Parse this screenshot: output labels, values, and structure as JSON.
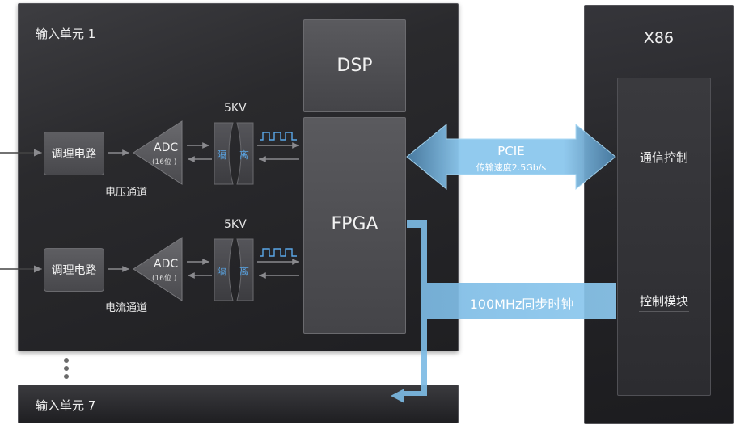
{
  "unit1": {
    "title": "输入单元 1"
  },
  "unit7": {
    "title": "输入单元 7"
  },
  "channels": [
    {
      "conditioning": "调理电路",
      "adc": "ADC",
      "adc_bits": "(16位 )",
      "isolation_voltage": "5KV",
      "isolation_left": "隔",
      "isolation_right": "离",
      "channel_name": "电压通道"
    },
    {
      "conditioning": "调理电路",
      "adc": "ADC",
      "adc_bits": "(16位 )",
      "isolation_voltage": "5KV",
      "isolation_left": "隔",
      "isolation_right": "离",
      "channel_name": "电流通道"
    }
  ],
  "dsp": "DSP",
  "fpga": "FPGA",
  "pcie": {
    "label": "PCIE",
    "sub": "传输速度2.5Gb/s"
  },
  "clock": {
    "label": "100MHz同步时钟"
  },
  "x86": {
    "title": "X86",
    "comm_control": "通信控制",
    "control_module": "控制模块"
  },
  "colors": {
    "arrow_blue": "#8cc8ee",
    "panel_dark": "#26262a",
    "iso_text": "#5aa7e8"
  }
}
